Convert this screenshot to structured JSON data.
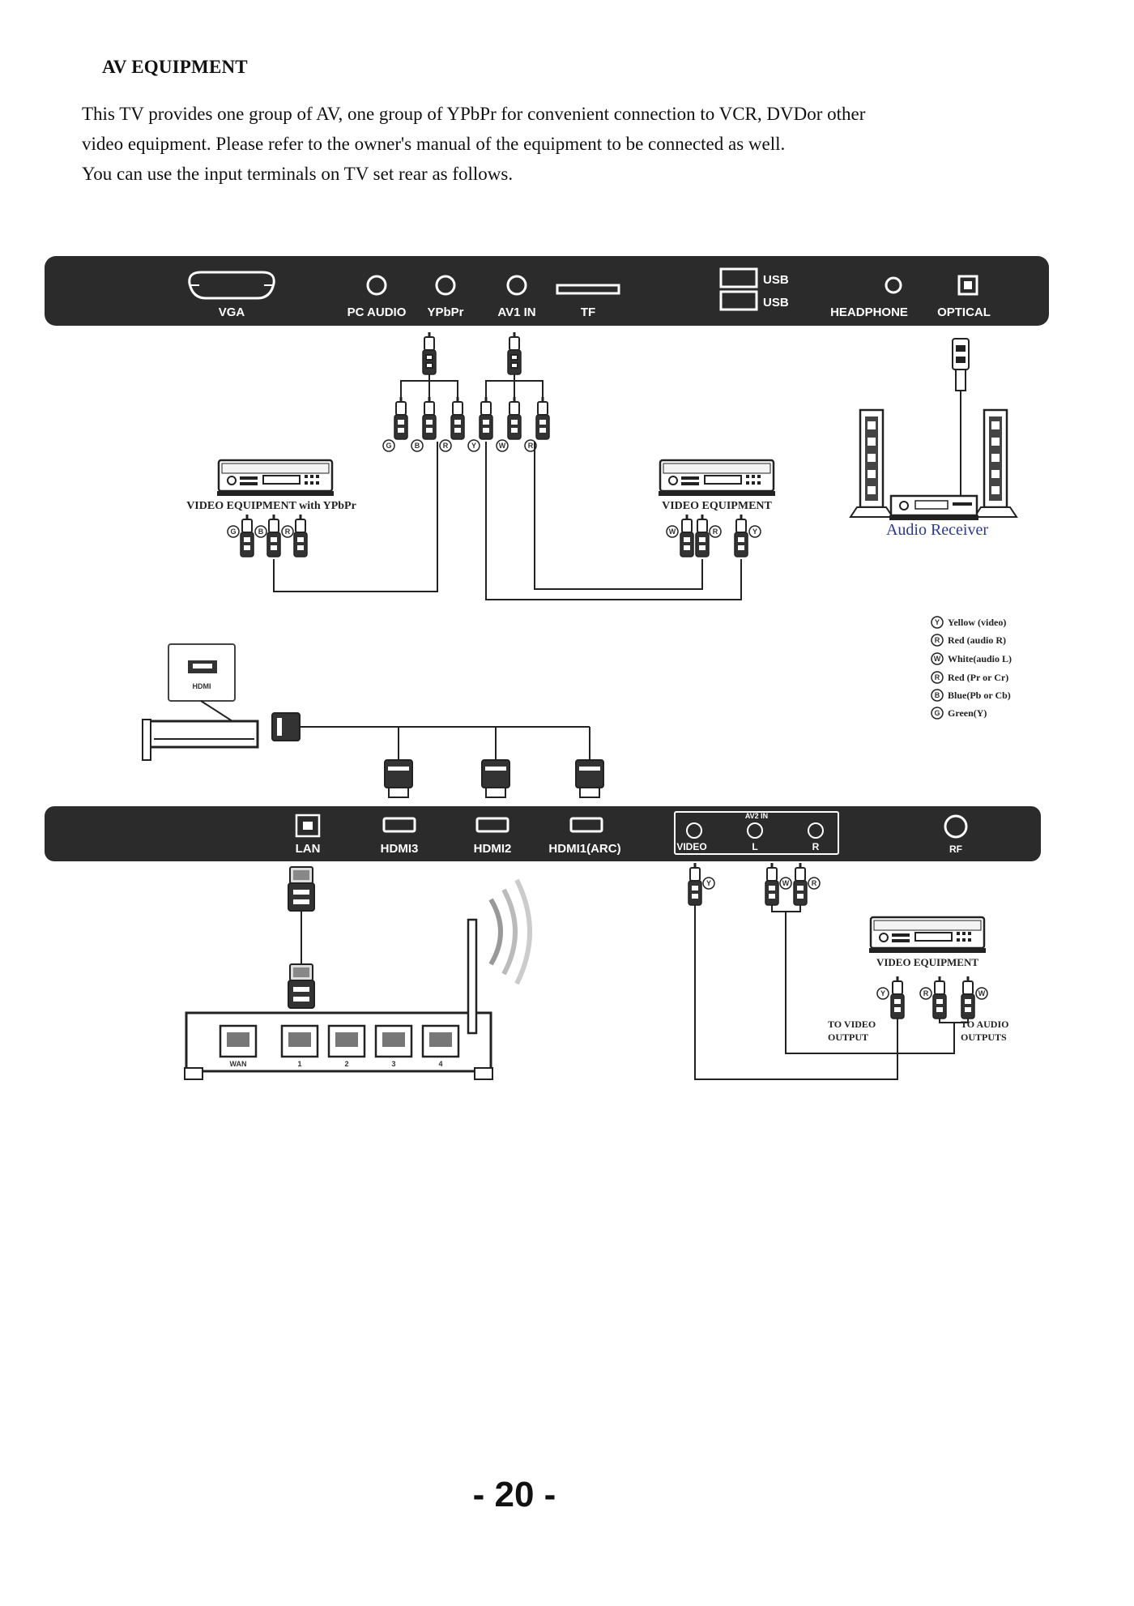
{
  "heading": "AV EQUIPMENT",
  "intro": [
    "This TV provides one group of AV, one group of YPbPr for convenient connection to VCR, DVDor other",
    "video equipment. Please refer to the owner's manual of the equipment to be connected as well.",
    "You can use the input terminals on TV set rear as follows."
  ],
  "top_panel": {
    "vga": "VGA",
    "pc_audio": "PC AUDIO",
    "ypbpr": "YPbPr",
    "av1_in": "AV1 IN",
    "tf": "TF",
    "usb1": "USB",
    "usb2": "USB",
    "headphone": "HEADPHONE",
    "optical": "OPTICAL"
  },
  "bottom_panel": {
    "lan": "LAN",
    "hdmi3": "HDMI3",
    "hdmi2": "HDMI2",
    "hdmi1": "HDMI1(ARC)",
    "av2_in": "AV2 IN",
    "video": "VIDEO",
    "l": "L",
    "r": "R",
    "rf": "RF"
  },
  "devices": {
    "ypbpr_device": "VIDEO EQUIPMENT with YPbPr",
    "av_device": "VIDEO EQUIPMENT",
    "audio_receiver": "Audio Receiver",
    "hdmi_device": "HDMI",
    "av2_device": "VIDEO EQUIPMENT",
    "to_video_output_1": "TO VIDEO",
    "to_video_output_2": "OUTPUT",
    "to_audio_outputs_1": "TO AUDIO",
    "to_audio_outputs_2": "OUTPUTS"
  },
  "router_ports": [
    "WAN",
    "1",
    "2",
    "3",
    "4"
  ],
  "legend": [
    {
      "letter": "Y",
      "text": "Yellow (video)"
    },
    {
      "letter": "R",
      "text": "Red (audio R)"
    },
    {
      "letter": "W",
      "text": "White(audio L)"
    },
    {
      "letter": "R",
      "text": "Red (Pr or Cr)"
    },
    {
      "letter": "B",
      "text": "Blue(Pb or Cb)"
    },
    {
      "letter": "G",
      "text": "Green(Y)"
    }
  ],
  "plug_letters": {
    "ypbpr_cable": [
      "G",
      "B",
      "R",
      "Y",
      "W",
      "R"
    ],
    "ypbpr_device": [
      "G",
      "B",
      "R"
    ],
    "av_device": [
      "W",
      "R",
      "Y"
    ],
    "av2_cable": [
      "Y",
      "W",
      "R"
    ],
    "av2_device": [
      "Y",
      "R",
      "W"
    ]
  },
  "page_number": "- 20 -",
  "colors": {
    "panel": "#2b2b2b",
    "receiver_label": "#2d3a8a",
    "line": "#222222"
  }
}
